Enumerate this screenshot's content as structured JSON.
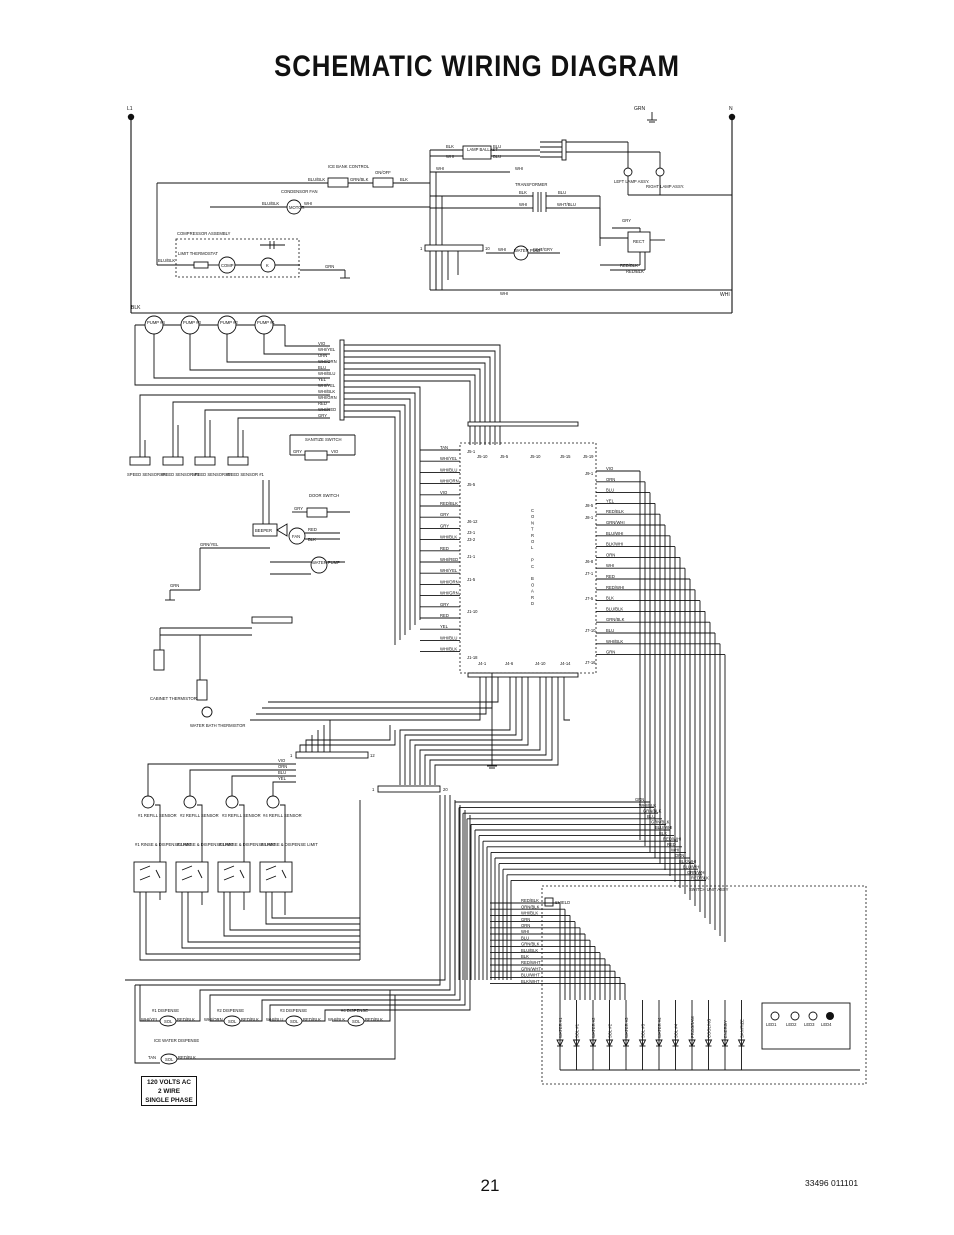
{
  "title": "SCHEMATIC  WIRING  DIAGRAM",
  "page_number": "21",
  "doc_code": "33496 011101",
  "supply": {
    "line": "L1",
    "neutral": "N",
    "ground": "GRN"
  },
  "voltage_note": [
    "120 VOLTS AC",
    "2 WIRE",
    "SINGLE PHASE"
  ],
  "top_section": {
    "ice_bank_control": "ICE BANK CONTROL",
    "on_off": "ON/OFF",
    "condensor_fan": "CONDENSOR FAN",
    "fan_motor": "MOTOR",
    "compressor_assembly": "COMPRESSOR ASSEMBLY",
    "limit_thermostat": "LIMIT THERMOSTAT",
    "comp": "COMP",
    "k": "K",
    "lamp_ballast": "LAMP BALLAST",
    "transformer": "TRANSFORMER",
    "left_lamp": "LEFT LAMP ASSY.",
    "right_lamp": "RIGHT LAMP ASSY.",
    "rect": "RECT",
    "water_pump": "WATER PUMP",
    "wires": {
      "blu_blk": "BLU/BLK",
      "grn_blk": "GRN/BLK",
      "blk": "BLK",
      "whi": "WHI",
      "blu": "BLU",
      "grn": "GRN",
      "gry": "GRY",
      "red": "RED",
      "red_blk": "RED/BLK",
      "wht_blu": "WHT/BLU",
      "wht_gry": "WHT/GRY"
    }
  },
  "pumps": [
    "PUMP #4",
    "PUMP #3",
    "PUMP #2",
    "PUMP #1"
  ],
  "harness_left": [
    "VIO",
    "WHI/YEL",
    "ORN",
    "WHI/ORN",
    "BLU",
    "WHI/BLU",
    "YEL",
    "WHI/YEL",
    "WHI/BLK",
    "WHI/GRN",
    "RED",
    "WHI/RED",
    "GRY"
  ],
  "speed_sensors": [
    "SPEED SENSOR #4",
    "SPEED SENSOR #3",
    "SPEED SENSOR #2",
    "SPEED SENSOR #1"
  ],
  "sanitize_switch": "SANITIZE SWITCH",
  "door_switch": "DOOR SWITCH",
  "beeper": "BEEPER",
  "fan": "FAN",
  "water_pump_mid": "WATER PUMP",
  "cabinet_thermistor": "CABINET THERMISTOR",
  "water_bath_thermistor": "WATER BATH THERMISTOR",
  "pc_board": {
    "label": "CONTROL PC BOARD",
    "letters": [
      "C",
      "O",
      "N",
      "T",
      "R",
      "O",
      "L",
      "",
      "P",
      "C",
      "",
      "B",
      "O",
      "A",
      "R",
      "D"
    ],
    "left_connectors": [
      "J5-1",
      "J5-5",
      "J6-12",
      "J3-1",
      "J3-2",
      "J1-1",
      "J1-5",
      "J1-10",
      "J1-18"
    ],
    "right_connectors": [
      "J9-1",
      "J8-5",
      "J8-1",
      "J6-8",
      "J7-1",
      "J7-5",
      "J7-10",
      "J7-16"
    ],
    "top_connectors": [
      "J5-10",
      "J5-5",
      "J5-10",
      "J5-15",
      "J5-19"
    ],
    "bottom_connectors": [
      "J4-1",
      "J4-6",
      "J4-10",
      "J4-14"
    ],
    "left_wires": [
      "TAN",
      "WHI/YEL",
      "WHI/BLU",
      "WHI/ORN",
      "VIO",
      "RED/BLK",
      "GRY",
      "GRY",
      "WHI/BLK",
      "RED",
      "WHI/RED",
      "WHI/YEL",
      "WHI/ORN",
      "WHI/GRN",
      "GRY",
      "RED",
      "YEL",
      "WHI/BLU",
      "WHI/BLK"
    ],
    "right_wires": [
      "VIO",
      "ORN",
      "BLU",
      "YEL",
      "RED/BLK",
      "GRN/WHI",
      "BLU/WHI",
      "BLK/WHI",
      "ORN",
      "WHI",
      "RED",
      "RED/WHI",
      "BLK",
      "BLU/BLK",
      "GRN/BLK",
      "BLU",
      "WHI/BLK",
      "GRN"
    ]
  },
  "refill_sensors": [
    "#1 REFILL SENSOR",
    "#2 REFILL SENSOR",
    "#3 REFILL SENSOR",
    "#4 REFILL SENSOR"
  ],
  "dispense_limits": [
    "#1 RINSE & DISPENSE LIMIT",
    "#2 RINSE & DISPENSE LIMIT",
    "#3 RINSE & DISPENSE LIMIT",
    "#4 RINSE & DISPENSE LIMIT"
  ],
  "dispense_solenoids": [
    "#1 DISPENSE",
    "#2 DISPENSE",
    "#3 DISPENSE",
    "#4 DISPENSE"
  ],
  "ice_water_dispense": "ICE WATER DISPENSE",
  "sol": "SOL",
  "switch_unit": {
    "label": "SWITCH UNIT ASSY",
    "shield": "SHIELD",
    "wires": [
      "RED/BLK",
      "ORN/BLK",
      "WHI/BLK",
      "GRN",
      "ORN",
      "WHI",
      "BLU",
      "GRN/BLK",
      "BLU/BLK",
      "BLK",
      "RED/WHT",
      "GRN/WHT",
      "BLU/WHT",
      "BLK/WHT"
    ],
    "buttons": [
      "WATER #1",
      "SOL #1",
      "WATER #2",
      "SOL #2",
      "WATER #3",
      "SOL #3",
      "WATER #4",
      "SOL #4",
      "PROGRAM",
      "COOLING",
      "ENERGY",
      "SANITIZE"
    ],
    "led": [
      "LED1",
      "LED2",
      "LED3",
      "LED4"
    ]
  },
  "right_harness": [
    "GRN",
    "WHI/BLK",
    "GRN/BLK",
    "BLU",
    "GRN/BLK",
    "BLU/WHI",
    "BLK",
    "RED/WHI",
    "RED",
    "WHI",
    "ORN",
    "BLK/WHI",
    "BLU/WHI",
    "GRN/WHI",
    "RED/BLK"
  ],
  "dispense_wires": {
    "d1": [
      "WHI/YEL",
      "RED/BLK"
    ],
    "d2": [
      "WHI/ORN",
      "RED/BLK"
    ],
    "d3": [
      "WHI/BLU",
      "RED/BLK"
    ],
    "d4": [
      "WHI/BLK",
      "RED/BLK"
    ],
    "ice": [
      "TAN",
      "RED/BLK"
    ]
  }
}
